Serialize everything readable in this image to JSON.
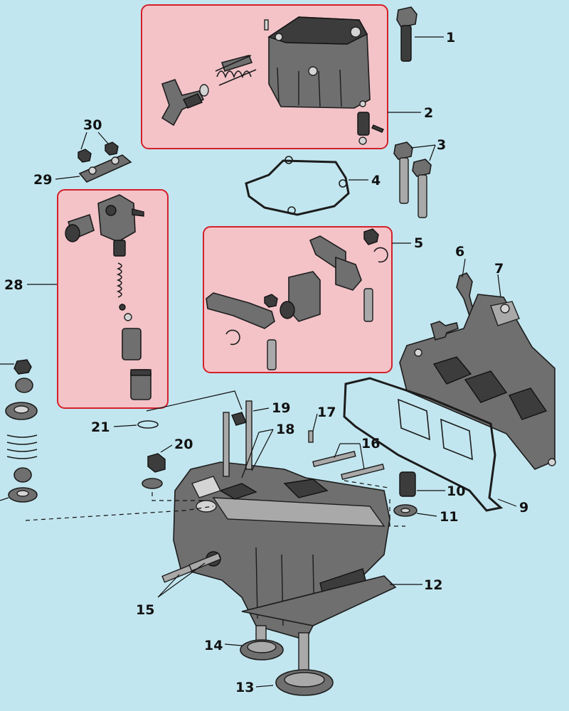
{
  "title": "",
  "colors": {
    "background": "#c2e6ef",
    "kit_box_fill": "#f3c3c8",
    "kit_box_border": "#d4202a",
    "part_fill": "#6f6f6f"
  },
  "callouts": [
    {
      "id": "1",
      "label": "1"
    },
    {
      "id": "2",
      "label": "2"
    },
    {
      "id": "3",
      "label": "3"
    },
    {
      "id": "4",
      "label": "4"
    },
    {
      "id": "5",
      "label": "5"
    },
    {
      "id": "6",
      "label": "6"
    },
    {
      "id": "7",
      "label": "7"
    },
    {
      "id": "9",
      "label": "9"
    },
    {
      "id": "10",
      "label": "10"
    },
    {
      "id": "11",
      "label": "11"
    },
    {
      "id": "12",
      "label": "12"
    },
    {
      "id": "13",
      "label": "13"
    },
    {
      "id": "14",
      "label": "14"
    },
    {
      "id": "15",
      "label": "15"
    },
    {
      "id": "16",
      "label": "16"
    },
    {
      "id": "17",
      "label": "17"
    },
    {
      "id": "18",
      "label": "18"
    },
    {
      "id": "19",
      "label": "19"
    },
    {
      "id": "20",
      "label": "20"
    },
    {
      "id": "21",
      "label": "21"
    },
    {
      "id": "28",
      "label": "28"
    },
    {
      "id": "29",
      "label": "29"
    },
    {
      "id": "30",
      "label": "30"
    }
  ]
}
